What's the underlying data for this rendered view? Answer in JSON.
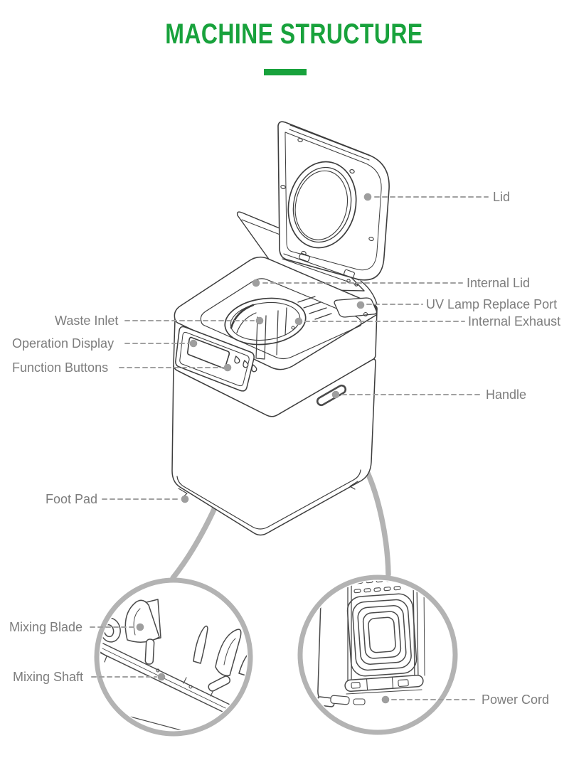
{
  "title": "MACHINE STRUCTURE",
  "labels": {
    "lid": "Lid",
    "internal_lid": "Internal Lid",
    "uv_lamp_replace_port": "UV Lamp Replace Port",
    "internal_exhaust": "Internal Exhaust",
    "waste_inlet": "Waste Inlet",
    "operation_display": "Operation Display",
    "function_buttons": "Function Buttons",
    "handle": "Handle",
    "foot_pad": "Foot Pad",
    "mixing_blade": "Mixing Blade",
    "mixing_shaft": "Mixing Shaft",
    "power_cord": "Power Cord"
  },
  "colors": {
    "accent_green": "#18A23C",
    "label_text": "#7D7D7D",
    "leader_gray": "#A1A1A1",
    "line_art": "#3D3D3D",
    "callout_gray": "#B3B3B3",
    "background": "#FFFFFF"
  }
}
